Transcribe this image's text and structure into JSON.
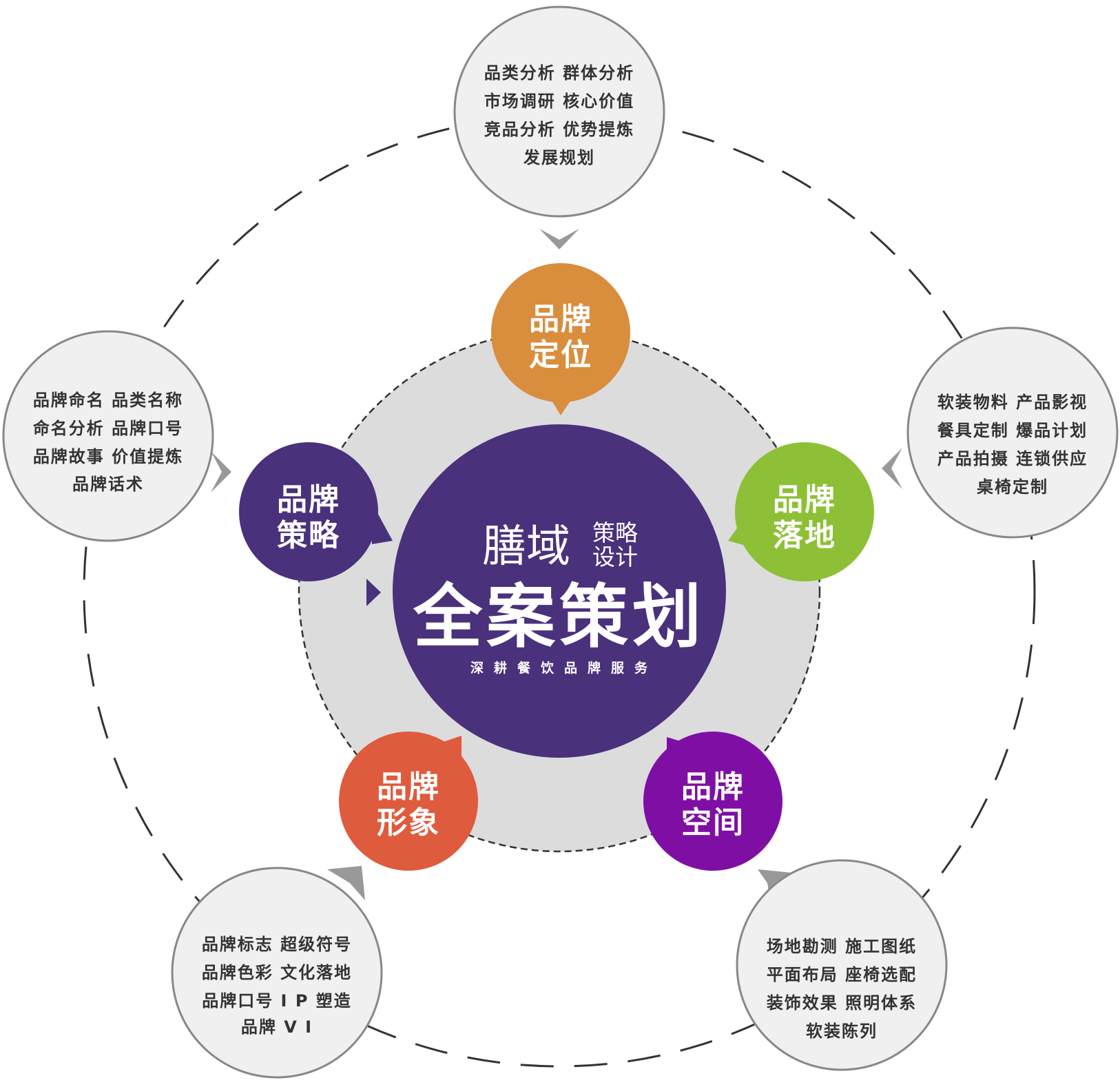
{
  "center": {
    "logo_name": "膳域",
    "logo_suffix_top": "策略",
    "logo_suffix_bottom": "设计",
    "title": "全案策划",
    "subtitle": "深耕餐饮品牌服务",
    "color": "#4a317b",
    "ring_color": "#dcdcdd"
  },
  "nodes": [
    {
      "id": "dingwei",
      "line1": "品牌",
      "line2": "定位",
      "color": "#d98e3e"
    },
    {
      "id": "luodi",
      "line1": "品牌",
      "line2": "落地",
      "color": "#8dc036"
    },
    {
      "id": "kongjian",
      "line1": "品牌",
      "line2": "空间",
      "color": "#7f0fa4"
    },
    {
      "id": "xingxiang",
      "line1": "品牌",
      "line2": "形象",
      "color": "#df5b3d"
    },
    {
      "id": "celve",
      "line1": "品牌",
      "line2": "策略",
      "color": "#4a317b"
    }
  ],
  "details": [
    {
      "id": "dingwei",
      "lines": [
        "品类分析  群体分析",
        "市场调研  核心价值",
        "竞品分析  优势提炼",
        "发展规划"
      ]
    },
    {
      "id": "luodi",
      "lines": [
        "软装物料  产品影视",
        "餐具定制  爆品计划",
        "产品拍摄  连锁供应",
        "桌椅定制"
      ]
    },
    {
      "id": "kongjian",
      "lines": [
        "场地勘测  施工图纸",
        "平面布局  座椅选配",
        "装饰效果  照明体系",
        "软装陈列"
      ]
    },
    {
      "id": "xingxiang",
      "lines": [
        "品牌标志  超级符号",
        "品牌色彩  文化落地",
        "品牌口号  I P 塑造",
        "品牌 V I"
      ]
    },
    {
      "id": "celve",
      "lines": [
        "品牌命名  品类名称",
        "命名分析  品牌口号",
        "品牌故事  价值提炼",
        "品牌话术"
      ]
    }
  ],
  "detail_circle_color": "#f0f0f0",
  "detail_border_color": "#888888",
  "arrow_color": "#999999",
  "dash_color": "#333333"
}
